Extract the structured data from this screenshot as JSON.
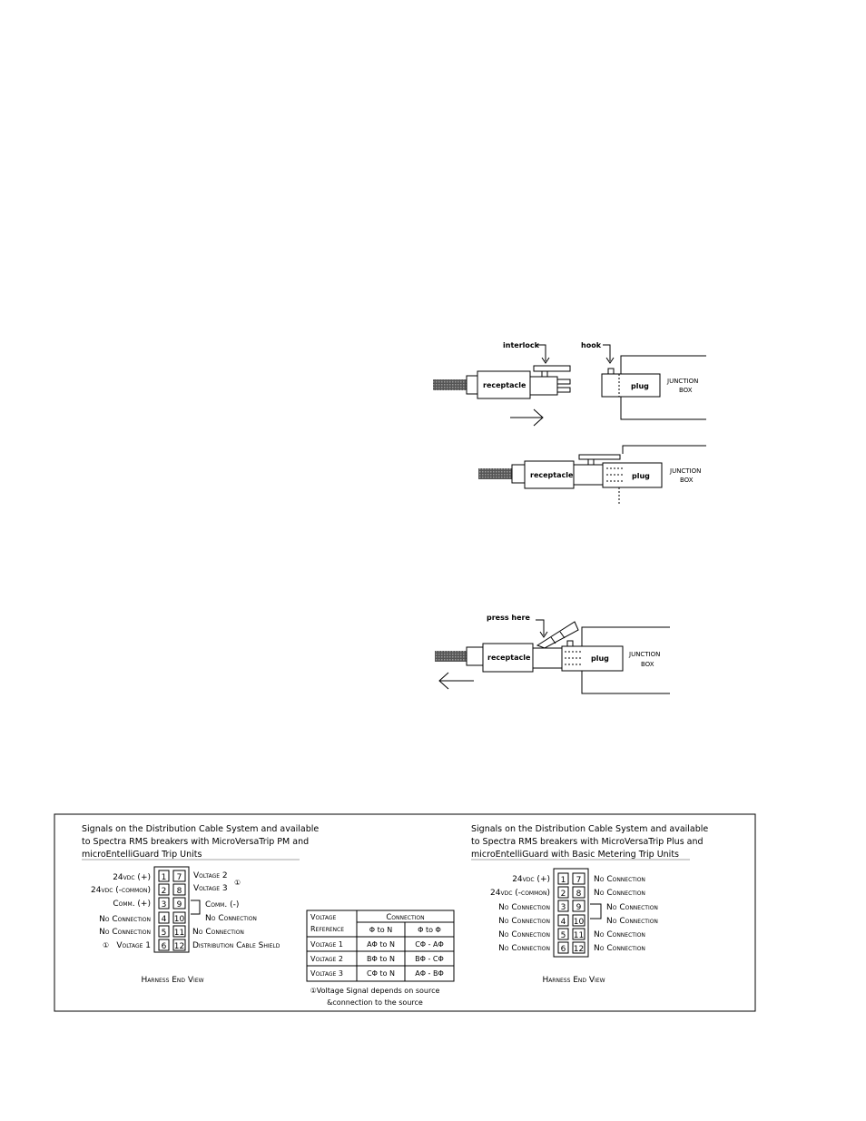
{
  "diagrams": {
    "connect": {
      "interlock": "interlock",
      "hook": "hook",
      "receptacle": "receptacle",
      "plug": "plug",
      "junction_line1": "JUNCTION",
      "junction_line2": "BOX"
    },
    "connected": {
      "receptacle": "receptacle",
      "plug": "plug",
      "junction_line1": "JUNCTION",
      "junction_line2": "BOX"
    },
    "disconnect": {
      "press_here": "press here",
      "receptacle": "receptacle",
      "plug": "plug",
      "junction_line1": "JUNCTION",
      "junction_line2": "BOX"
    }
  },
  "harness": {
    "left": {
      "header": [
        "Signals on the Distribution Cable System and available",
        "to Spectra RMS breakers with MicroVersaTrip PM and",
        "microEntelliGuard Trip Units"
      ],
      "left_labels": [
        "24vdc (+)",
        "24vdc (-common)",
        "Comm. (+)",
        "No Connection",
        "No Connection",
        "Voltage 1"
      ],
      "left_pins": [
        "1",
        "2",
        "3",
        "4",
        "5",
        "6"
      ],
      "right_pins": [
        "7",
        "8",
        "9",
        "10",
        "11",
        "12"
      ],
      "right_labels": [
        "Voltage 2",
        "Voltage 3",
        "Comm. (-)",
        "No Connection",
        "No Connection",
        "Distribution Cable Shield"
      ],
      "note_mark": "①",
      "caption": "Harness End View"
    },
    "table": {
      "head_col1": [
        "Voltage",
        "Reference"
      ],
      "head_connection": "Connection",
      "subheads": [
        "Φ to N",
        "Φ to Φ"
      ],
      "rows": [
        {
          "ref": "Voltage 1",
          "pn": "AΦ to N",
          "pp": "CΦ - AΦ"
        },
        {
          "ref": "Voltage 2",
          "pn": "BΦ to N",
          "pp": "BΦ - CΦ"
        },
        {
          "ref": "Voltage 3",
          "pn": "CΦ to N",
          "pp": "AΦ - BΦ"
        }
      ],
      "note": [
        "①Voltage Signal depends on source",
        "&connection to the source"
      ]
    },
    "right": {
      "header": [
        "Signals on the Distribution Cable System and available",
        "to Spectra RMS breakers with MicroVersaTrip Plus and",
        "microEntelliGuard with Basic Metering Trip Units"
      ],
      "left_labels": [
        "24vdc (+)",
        "24vdc (-common)",
        "No Connection",
        "No Connection",
        "No Connection",
        "No Connection"
      ],
      "left_pins": [
        "1",
        "2",
        "3",
        "4",
        "5",
        "6"
      ],
      "right_pins": [
        "7",
        "8",
        "9",
        "10",
        "11",
        "12"
      ],
      "right_labels": [
        "No Connection",
        "No Connection",
        "No Connection",
        "No Connection",
        "No Connection",
        "No Connection"
      ],
      "caption": "Harness End View"
    }
  }
}
